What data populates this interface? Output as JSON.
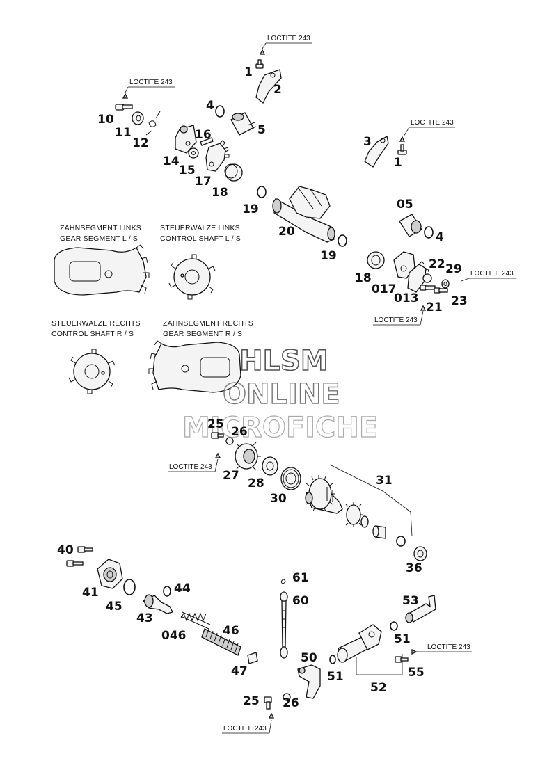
{
  "part_numbers": {
    "p1a": "1",
    "p2": "2",
    "p1b": "1",
    "p3": "3",
    "p4a": "4",
    "p5": "5",
    "p10": "10",
    "p11": "11",
    "p12": "12",
    "p14": "14",
    "p15": "15",
    "p16": "16",
    "p17": "17",
    "p18a": "18",
    "p19a": "19",
    "p20": "20",
    "p19b": "19",
    "p05": "05",
    "p4b": "4",
    "p18b": "18",
    "p017": "017",
    "p013": "013",
    "p22": "22",
    "p29": "29",
    "p21": "21",
    "p23": "23",
    "p25a": "25",
    "p26a": "26",
    "p27": "27",
    "p28": "28",
    "p30": "30",
    "p31": "31",
    "p36": "36",
    "p40": "40",
    "p41": "41",
    "p45": "45",
    "p44": "44",
    "p43": "43",
    "p046": "046",
    "p46": "46",
    "p47": "47",
    "p61": "61",
    "p60": "60",
    "p53": "53",
    "p51a": "51",
    "p50": "50",
    "p51b": "51",
    "p52": "52",
    "p55": "55",
    "p25b": "25",
    "p26b": "26"
  },
  "loctite_label": "LOCTITE 243",
  "detail_labels": {
    "gear_left_de": "ZAHNSEGMENT LINKS",
    "gear_left_en": "GEAR SEGMENT L / S",
    "shaft_left_de": "STEUERWALZE LINKS",
    "shaft_left_en": "CONTROL SHAFT L / S",
    "shaft_right_de": "STEUERWALZE RECHTS",
    "shaft_right_en": "CONTROL SHAFT R / S",
    "gear_right_de": "ZAHNSEGMENT RECHTS",
    "gear_right_en": "GEAR SEGMENT R / S"
  },
  "watermark": {
    "line1": "HLSM",
    "line2": "ONLINE",
    "line3": "MICROFICHE"
  },
  "colors": {
    "ink": "#111111",
    "wm_line1": "#555555",
    "wm_line2": "#777777",
    "wm_line3": "#aaaaaa"
  }
}
